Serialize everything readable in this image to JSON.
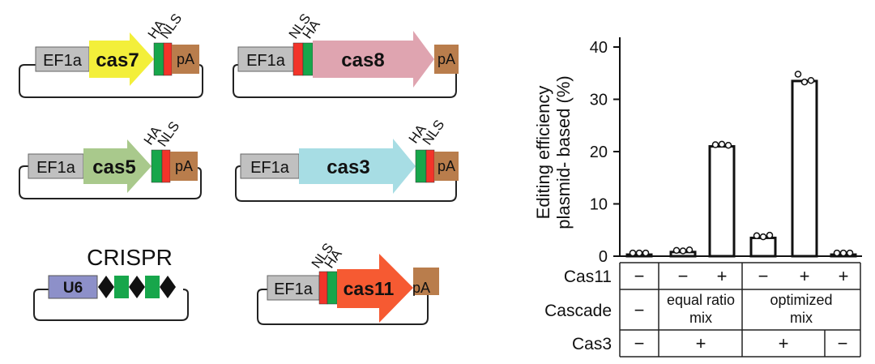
{
  "constructs": [
    {
      "id": "cas7",
      "promoter": "EF1a",
      "gene": "cas7",
      "tag1": "HA",
      "tag2": "NLS",
      "terminator": "pA",
      "color": "#f3ef3a"
    },
    {
      "id": "cas8",
      "promoter": "EF1a",
      "gene": "cas8",
      "tag1": "NLS",
      "tag2": "HA",
      "terminator": "pA",
      "color": "#dfa4b0"
    },
    {
      "id": "cas5",
      "promoter": "EF1a",
      "gene": "cas5",
      "tag1": "HA",
      "tag2": "NLS",
      "terminator": "pA",
      "color": "#a9c98c"
    },
    {
      "id": "cas3",
      "promoter": "EF1a",
      "gene": "cas3",
      "tag1": "HA",
      "tag2": "NLS",
      "terminator": "pA",
      "color": "#a7dde4"
    },
    {
      "id": "crispr",
      "title": "CRISPR",
      "promoter": "U6",
      "color": "#8d90c9"
    },
    {
      "id": "cas11",
      "promoter": "EF1a",
      "gene": "cas11",
      "tag1": "NLS",
      "tag2": "HA",
      "terminator": "pA",
      "color": "#f65a32"
    }
  ],
  "colors": {
    "nls": "#f2342a",
    "ha": "#17a64b",
    "promoter": "#c0c0c0",
    "terminator": "#b97d4c",
    "spacer": "#17a64b",
    "repeat": "#111111"
  },
  "chart_data": {
    "type": "bar",
    "ylabel_line1": "Editing efficiency",
    "ylabel_line2": "plasmid- based (%)",
    "ylim": [
      0,
      40
    ],
    "yticks": [
      "0",
      "10",
      "20",
      "30",
      "40"
    ],
    "values": [
      0.3,
      0.8,
      21,
      3.5,
      33.5,
      0.3
    ],
    "points": [
      [
        0.3,
        0.3,
        0.3
      ],
      [
        0.8,
        0.7,
        0.9
      ],
      [
        21.0,
        21.1,
        20.9
      ],
      [
        3.6,
        3.4,
        3.7
      ],
      [
        34.5,
        33.0,
        33.3
      ],
      [
        0.3,
        0.3,
        0.3
      ]
    ],
    "table": {
      "row_labels": [
        "Cas11",
        "Cascade",
        "Cas3"
      ],
      "cas11": [
        "−",
        "−",
        "+",
        "−",
        "+",
        "+"
      ],
      "cascade": [
        "−",
        "equal ratio mix",
        "optimized mix"
      ],
      "cascade_line1": [
        "−",
        "equal ratio",
        "optimized"
      ],
      "cascade_line2": [
        "",
        "mix",
        "mix"
      ],
      "cas3": [
        "−",
        "+",
        "+",
        "−"
      ]
    }
  }
}
